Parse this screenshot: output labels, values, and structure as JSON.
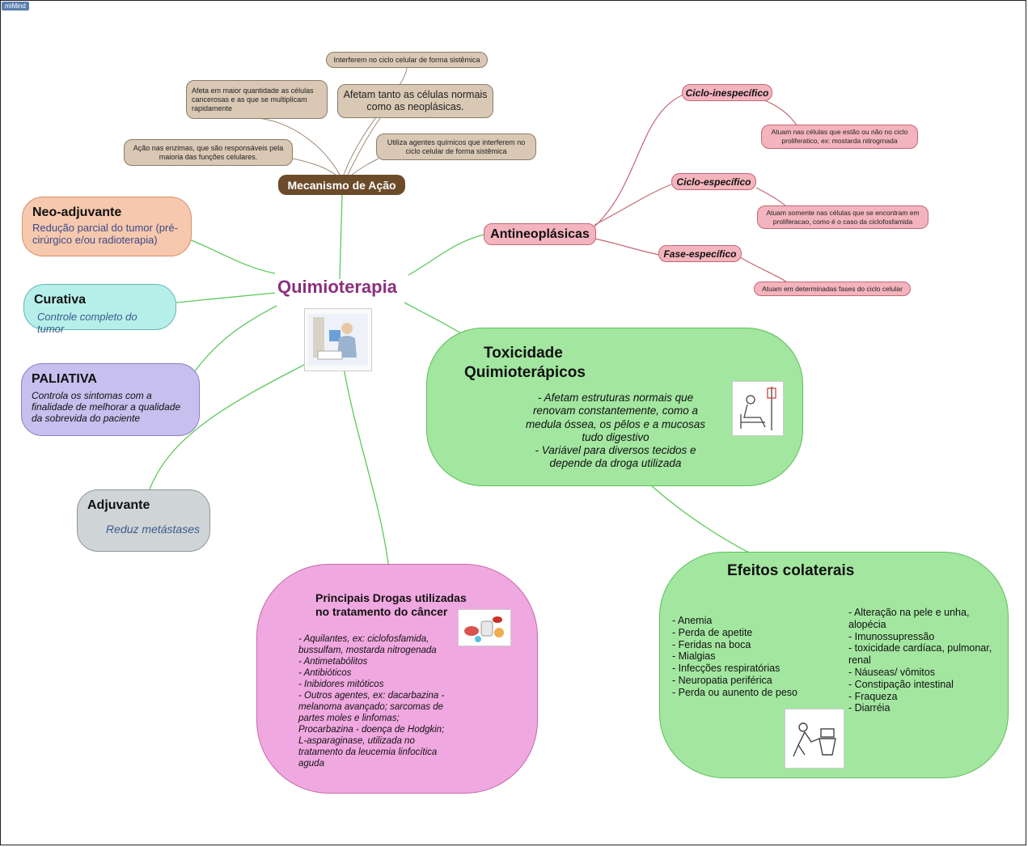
{
  "app": {
    "badge": "miMind"
  },
  "central": {
    "title": "Quimioterapia"
  },
  "mecanismo": {
    "title": "Mecanismo de Ação",
    "items": [
      "Interferem no ciclo celular de forma sistêmica",
      "Afeta em maior quantidade as células cancerosas e as que se multiplicam rapidamente",
      "Afetam tanto as células normais como as neoplásicas.",
      "Ação nas enzimas, que são  responsáveis pela maioria das funções celulares.",
      "Utiliza agentes  químicos  que interferem no ciclo celular de forma sistêmica"
    ]
  },
  "antineoplasicas": {
    "title": "Antineoplásicas",
    "groups": [
      {
        "label": "Ciclo-inespecífico",
        "desc": "Atuam nas células que estão ou não no ciclo proliferatico, ex: mostarda nitrogrnada"
      },
      {
        "label": "Ciclo-específico",
        "desc": "Atuam somente nas células que se encontram em proliferacao, como é o caso da ciclofosfamida"
      },
      {
        "label": "Fase-específico",
        "desc": "Atuam em determinadas fases do ciclo celular"
      }
    ]
  },
  "neo": {
    "title": "Neo-adjuvante",
    "desc": "Redução parcial do tumor (pré-cirúrgico e/ou radioterapia)"
  },
  "curativa": {
    "title": "Curativa",
    "desc": "Controle completo do tumor"
  },
  "paliativa": {
    "title": "PALIATIVA",
    "desc": "Controla os sintomas com a finalidade de melhorar a qualidade da sobrevida do paciente"
  },
  "adjuvante": {
    "title": "Adjuvante",
    "desc": "Reduz metástases"
  },
  "toxicidade": {
    "title_line1": "Toxicidade",
    "title_line2": "Quimioterápicos",
    "lines": [
      "- Afetam estruturas normais que",
      "renovam  constantemente, como a",
      "medula óssea, os pêlos e a mucosas",
      "tudo digestivo",
      "- Variável para diversos tecidos e",
      "depende da droga utilizada"
    ]
  },
  "efeitos": {
    "title": "Efeitos colaterais",
    "left": [
      "- Anemia",
      "- Perda de apetite",
      "- Feridas na boca",
      "- Mialgias",
      "- Infecções respiratórias",
      "- Neuropatia periférica",
      "- Perda ou aunento de peso"
    ],
    "right": [
      "- Alteração  na pele e unha,",
      "alopécia",
      "- Imunossupressão",
      "- toxicidade cardíaca, pulmonar,",
      "renal",
      "- Náuseas/ vômitos",
      "- Constipação intestinal",
      "- Fraqueza",
      "- Diarréia"
    ]
  },
  "drogas": {
    "title_line1": "Principais Drogas utilizadas",
    "title_line2": "no tratamento do câncer",
    "lines": [
      "- Aquilantes, ex: ciclofosfamida,",
      "bussulfam, mostarda nitrogenada",
      "- Antimetabólitos",
      "- Antibióticos",
      "- Inibidores mitóticos",
      "- Outros agentes, ex: dacarbazina -",
      "melanoma avançado; sarcomas de",
      "partes moles e linfomas;",
      "Procarbazina - doença de Hodgkin;",
      "L-asparaginase, utilizada no",
      "tratamento da leucemia linfocítica",
      "aguda"
    ]
  },
  "colors": {
    "green": "#a3e6a0",
    "pink": "#f0a8e0",
    "peach": "#f6c8ad",
    "cyan": "#b6efe9",
    "lavender": "#c7bfee",
    "gray": "#cfd4d6",
    "link_green": "#5cc95a",
    "link_red": "#c46775",
    "link_brown": "#9c8a78"
  }
}
